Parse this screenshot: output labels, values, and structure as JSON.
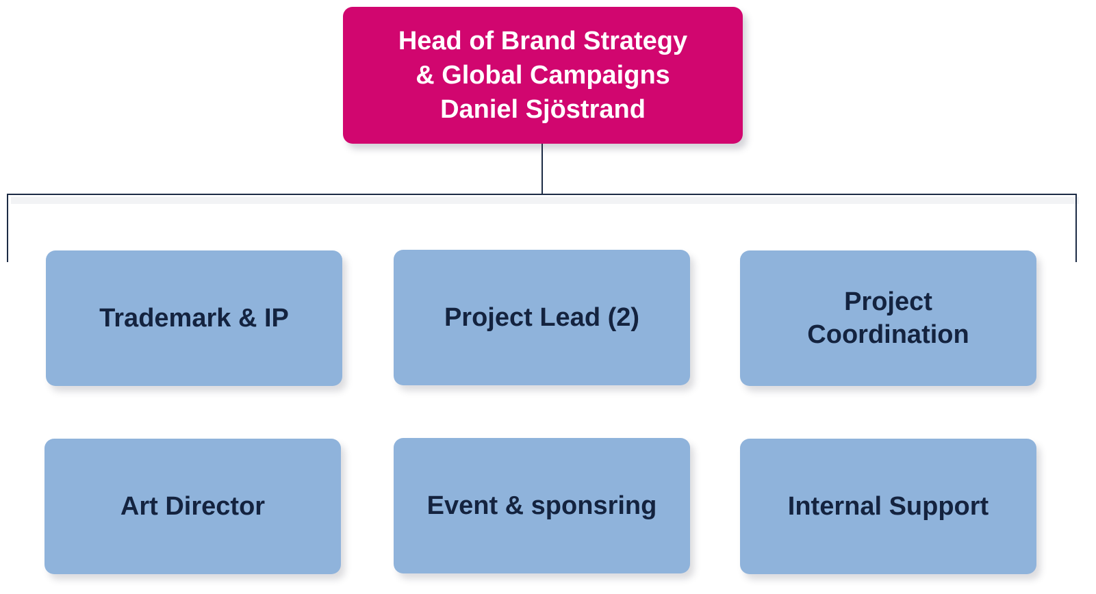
{
  "diagram": {
    "type": "org-chart",
    "colors": {
      "root_fill": "#d1066f",
      "root_text": "#ffffff",
      "child_fill": "#8fb3db",
      "child_text": "#14233f",
      "connector": "#1c2b45"
    },
    "root": {
      "title_line1": "Head of Brand Strategy",
      "title_line2": "& Global Campaigns",
      "name": "Daniel Sjöstrand"
    },
    "children": [
      {
        "label": "Trademark & IP"
      },
      {
        "label": "Project Lead (2)"
      },
      {
        "label": "Project Coordination"
      },
      {
        "label": "Art Director"
      },
      {
        "label": "Event & sponsring"
      },
      {
        "label": "Internal Support"
      }
    ]
  }
}
